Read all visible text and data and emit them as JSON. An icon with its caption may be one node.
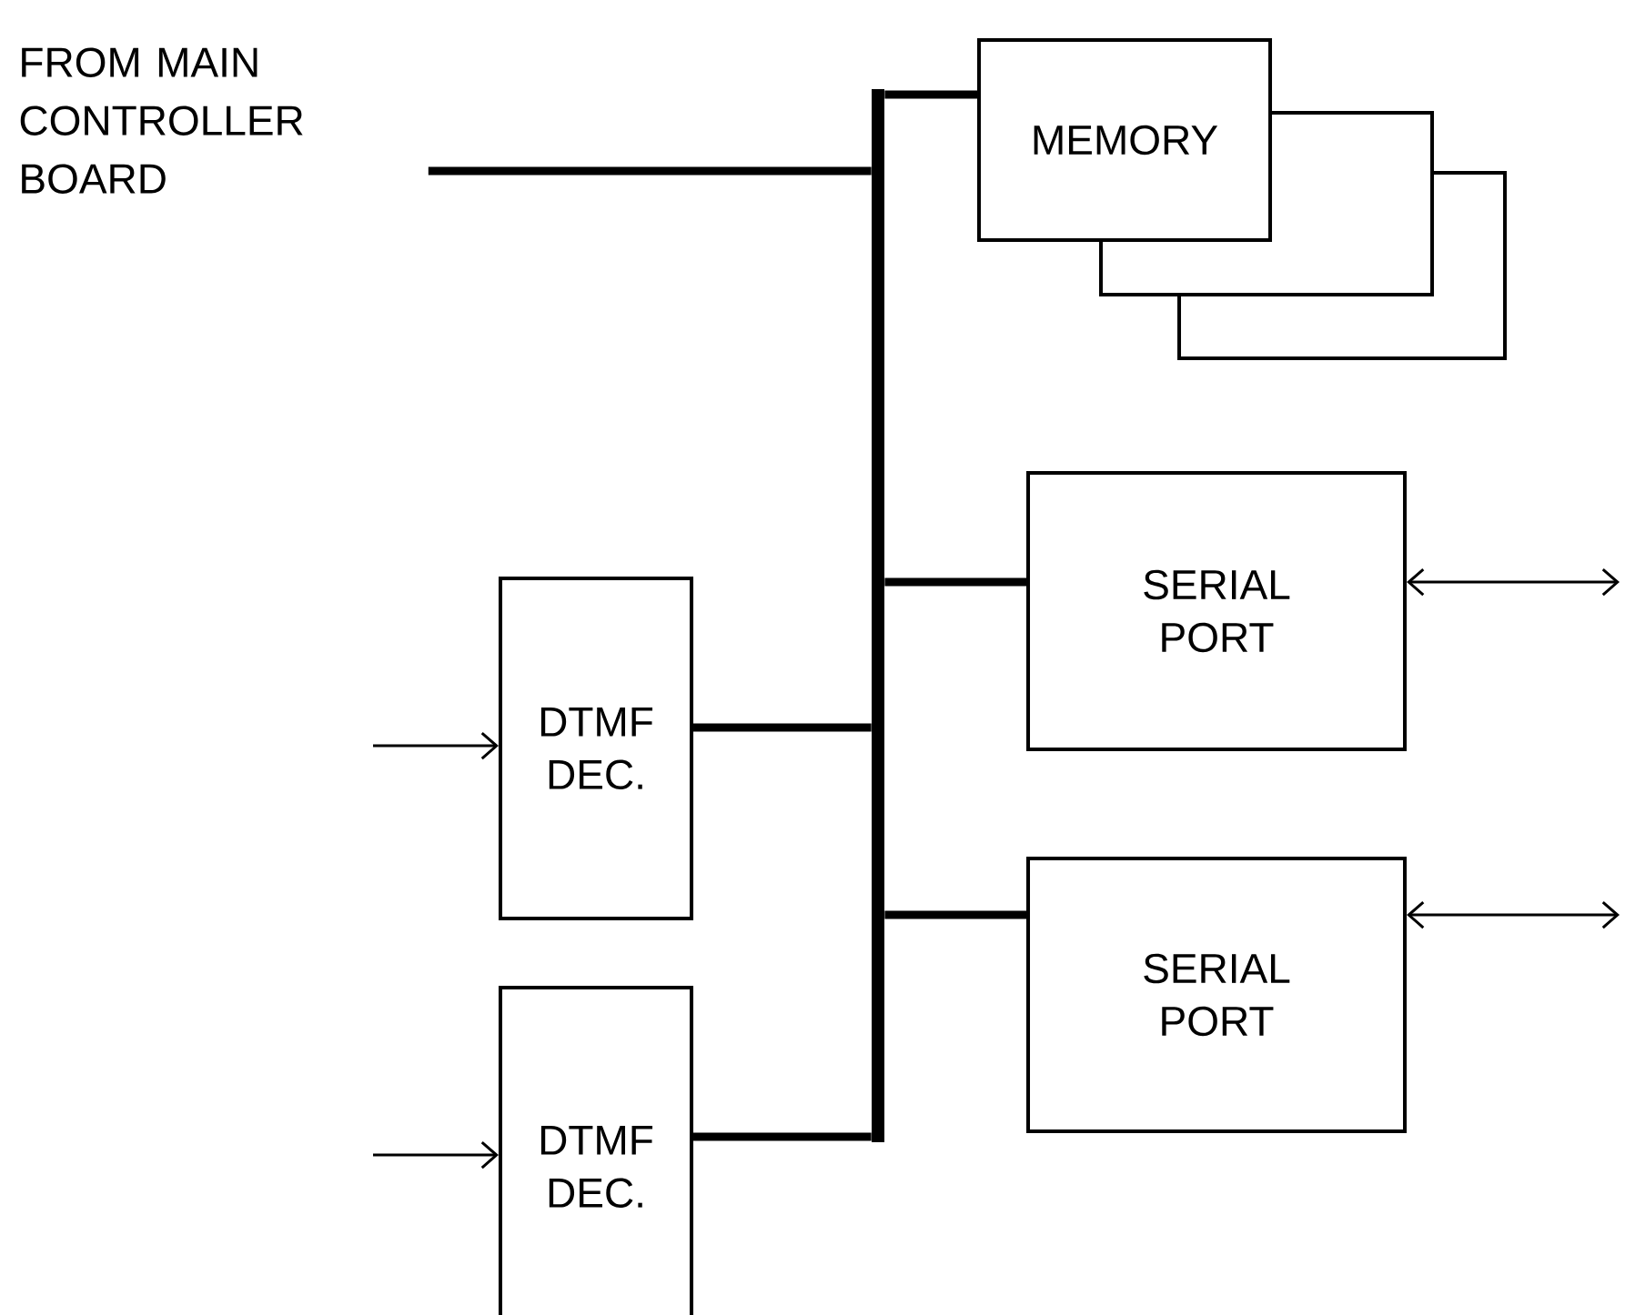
{
  "diagram": {
    "nodes": [
      {
        "text": [
          "FROM MAIN CONTROLLER BOARD"
        ]
      },
      {
        "text": [
          "MEMORY"
        ]
      },
      {
        "text": [],
        "shape": "box"
      },
      {
        "text": [],
        "shape": "box"
      },
      {
        "text": [],
        "shape": "bar"
      },
      {
        "text": [
          "SERIAL PORT"
        ]
      },
      {
        "text": [
          "SERIAL PORT"
        ]
      },
      {
        "text": [
          "DTMF DEC."
        ]
      },
      {
        "text": [
          "DTMF DEC."
        ]
      }
    ],
    "edges": [
      {
        "from": 0,
        "to": 4,
        "arrow": "none"
      },
      {
        "from": 4,
        "to": 1,
        "arrow": "none"
      },
      {
        "from": 4,
        "to": 5,
        "arrow": "none"
      },
      {
        "from": 4,
        "to": 6,
        "arrow": "none"
      },
      {
        "from": 7,
        "to": 4,
        "arrow": "none"
      },
      {
        "from": 8,
        "to": 4,
        "arrow": "none"
      },
      {
        "from": 5,
        "to": null,
        "arrow": "both"
      },
      {
        "from": 6,
        "to": null,
        "arrow": "both"
      },
      {
        "from": null,
        "to": 7,
        "arrow": "to"
      },
      {
        "from": null,
        "to": 8,
        "arrow": "to"
      }
    ]
  }
}
